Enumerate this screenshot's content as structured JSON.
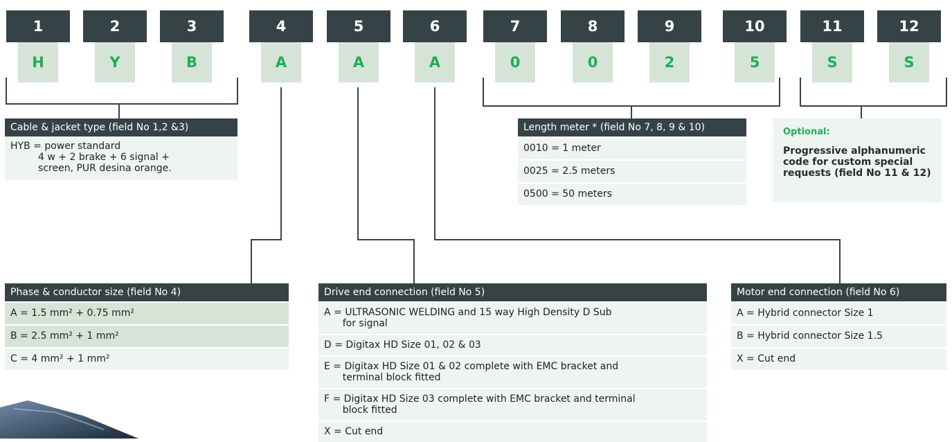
{
  "fields": [
    {
      "num": "1",
      "code": "H"
    },
    {
      "num": "2",
      "code": "Y"
    },
    {
      "num": "3",
      "code": "B"
    },
    {
      "num": "4",
      "code": "A"
    },
    {
      "num": "5",
      "code": "A"
    },
    {
      "num": "6",
      "code": "A"
    },
    {
      "num": "7",
      "code": "0"
    },
    {
      "num": "8",
      "code": "0"
    },
    {
      "num": "9",
      "code": "2"
    },
    {
      "num": "10",
      "code": "5"
    },
    {
      "num": "11",
      "code": "S"
    },
    {
      "num": "12",
      "code": "S"
    }
  ],
  "cable": {
    "title": "Cable & jacket type (field No 1,2 &3)",
    "text": "HYB = power standard\n         4 w + 2 brake + 6 signal +\n         screen, PUR desina orange."
  },
  "length": {
    "title": "Length meter * (field No 7, 8, 9 & 10)",
    "rows": [
      "0010 = 1 meter",
      "0025 = 2.5 meters",
      "0500 = 50 meters"
    ]
  },
  "optional": {
    "title": "Optional:",
    "text": "Progressive alphanumeric\ncode for custom special\nrequests (field No 11 & 12)"
  },
  "phase": {
    "title": "Phase & conductor size (field No 4)",
    "rows": [
      "A = 1.5 mm² + 0.75 mm²",
      "B = 2.5 mm² + 1 mm²",
      "C = 4 mm² + 1 mm²"
    ]
  },
  "drive": {
    "title": "Drive end connection (field No 5)",
    "rows": [
      "A = ULTRASONIC WELDING and 15 way High Density D Sub\n      for signal",
      "D = Digitax HD Size 01, 02 & 03",
      "E = Digitax HD Size 01 & 02 complete with EMC bracket and\n      terminal block fitted",
      "F = Digitax HD Size 03 complete with EMC bracket and terminal\n      block fitted",
      "X = Cut end"
    ]
  },
  "motor": {
    "title": "Motor end connection (field No 6)",
    "rows": [
      "A = Hybrid connector Size 1",
      "B = Hybrid connector Size 1.5",
      "X = Cut end"
    ]
  }
}
